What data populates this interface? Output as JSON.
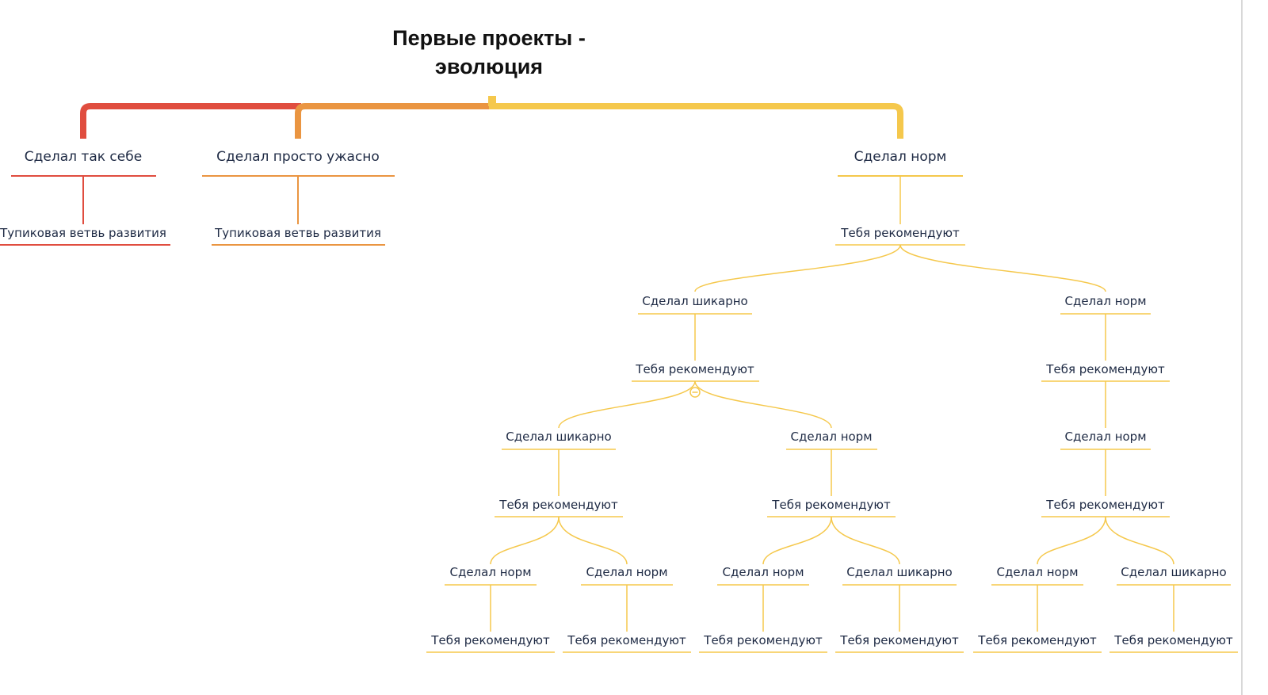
{
  "title": {
    "line1": "Первые проекты -",
    "line2": "эволюция"
  },
  "colors": {
    "red": "#e04d3f",
    "orange": "#ea9541",
    "yellow": "#f5c84c",
    "text": "#1e2a44"
  },
  "branches": [
    {
      "label": "Сделал так себе",
      "color": "red",
      "children": [
        {
          "label": "Тупиковая ветвь развития"
        }
      ]
    },
    {
      "label": "Сделал просто ужасно",
      "color": "orange",
      "children": [
        {
          "label": "Тупиковая ветвь развития"
        }
      ]
    },
    {
      "label": "Сделал норм",
      "color": "yellow",
      "children": [
        {
          "label": "Тебя рекомендуют"
        }
      ]
    }
  ],
  "tree": {
    "l2": [
      {
        "label": "Сделал шикарно"
      },
      {
        "label": "Сделал норм"
      }
    ],
    "l3": [
      {
        "label": "Тебя рекомендуют"
      },
      {
        "label": "Тебя рекомендуют"
      }
    ],
    "l4": [
      {
        "label": "Сделал шикарно"
      },
      {
        "label": "Сделал норм"
      },
      {
        "label": "Сделал норм"
      }
    ],
    "l5": [
      {
        "label": "Тебя рекомендуют"
      },
      {
        "label": "Тебя рекомендуют"
      },
      {
        "label": "Тебя рекомендуют"
      }
    ],
    "l6": [
      {
        "label": "Сделал норм"
      },
      {
        "label": "Сделал норм"
      },
      {
        "label": "Сделал норм"
      },
      {
        "label": "Сделал шикарно"
      },
      {
        "label": "Сделал норм"
      },
      {
        "label": "Сделал шикарно"
      }
    ],
    "l7": [
      {
        "label": "Тебя рекомендуют"
      },
      {
        "label": "Тебя рекомендуют"
      },
      {
        "label": "Тебя рекомендуют"
      },
      {
        "label": "Тебя рекомендуют"
      },
      {
        "label": "Тебя рекомендуют"
      },
      {
        "label": "Тебя рекомендуют"
      }
    ]
  },
  "collapse_icon": "minus-circle-icon"
}
